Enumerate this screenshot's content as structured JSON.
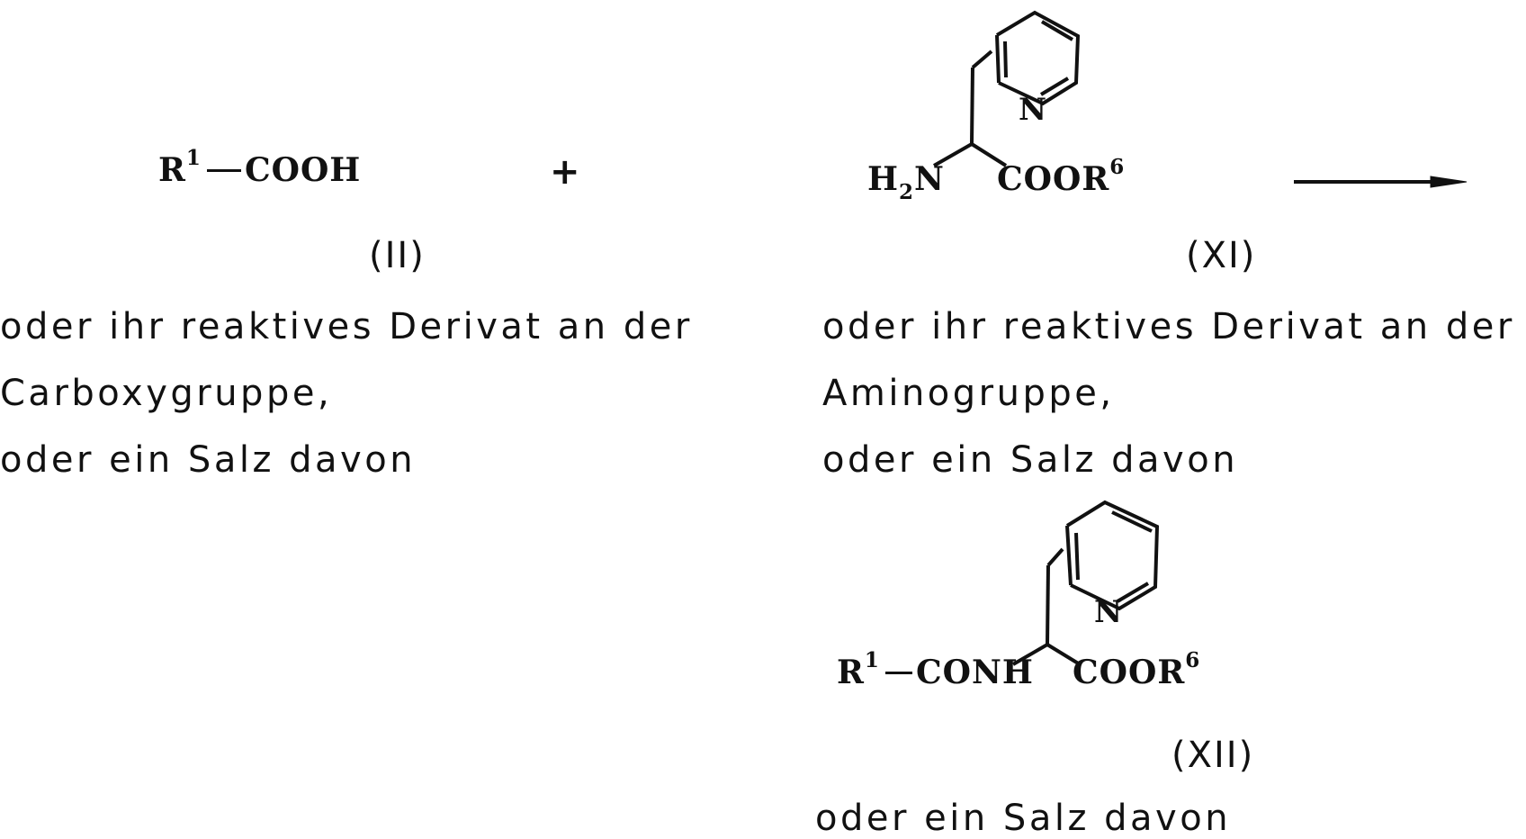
{
  "reactant1": {
    "r1": "R",
    "r1_sup": "1",
    "group": "COOH",
    "label": "(II)",
    "desc": [
      "oder ihr reaktives Derivat an der",
      "Carboxygruppe,",
      "oder ein Salz davon"
    ]
  },
  "plus": "+",
  "reactant2": {
    "amine": "H",
    "amine_sub": "2",
    "amine_n": "N",
    "ester": "COOR",
    "ester_sup": "6",
    "ring_n": "N",
    "label": "(XI)",
    "desc": [
      "oder ihr reaktives Derivat an der",
      "Aminogruppe,",
      "oder ein Salz davon"
    ]
  },
  "product": {
    "r1": "R",
    "r1_sup": "1",
    "amide": "CONH",
    "ester": "COOR",
    "ester_sup": "6",
    "ring_n": "N",
    "label": "(XII)",
    "desc": "oder ein Salz davon"
  }
}
